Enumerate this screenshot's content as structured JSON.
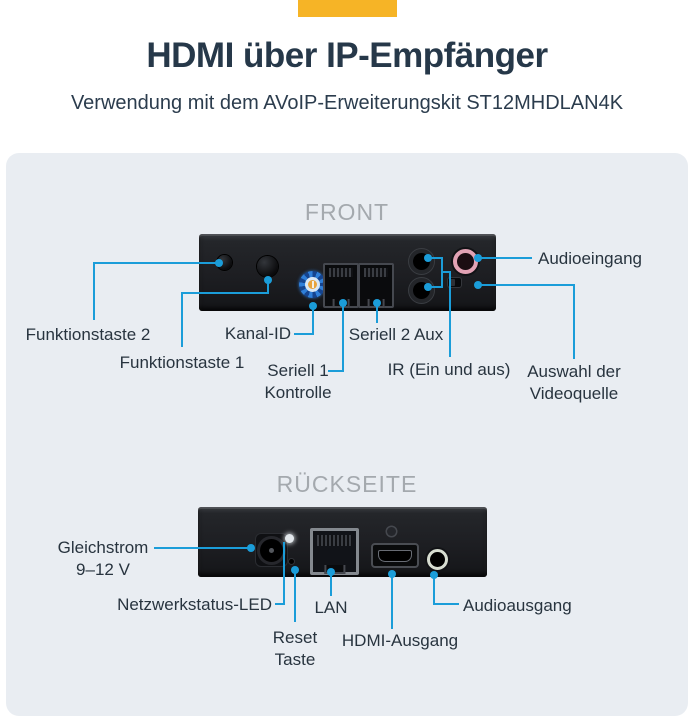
{
  "header": {
    "title": "HDMI über IP-Empfänger",
    "subtitle": "Verwendung mit dem AVoIP-Erweiterungskit ST12MHDLAN4K"
  },
  "front": {
    "section_label": "FRONT",
    "callouts": {
      "funktionstaste2": "Funktionstaste 2",
      "funktionstaste1": "Funktionstaste 1",
      "kanal_id": "Kanal-ID",
      "seriell1_line1": "Seriell 1",
      "seriell1_line2": "Kontrolle",
      "seriell2": "Seriell 2 Aux",
      "ir": "IR (Ein und aus)",
      "audioeingang": "Audioeingang",
      "auswahl_line1": "Auswahl der",
      "auswahl_line2": "Videoquelle"
    }
  },
  "rear": {
    "section_label": "RÜCKSEITE",
    "callouts": {
      "gleichstrom_line1": "Gleichstrom",
      "gleichstrom_line2": "9–12 V",
      "netzwerkstatus": "Netzwerkstatus-LED",
      "reset_line1": "Reset",
      "reset_line2": "Taste",
      "lan": "LAN",
      "hdmi": "HDMI-Ausgang",
      "audioausgang": "Audioausgang"
    }
  },
  "colors": {
    "accent_blue": "#1B9DD9",
    "brand_yellow": "#F6B426",
    "title_navy": "#263849",
    "section_gray": "#A4A9AE",
    "card_background": "#E9EDF2"
  }
}
